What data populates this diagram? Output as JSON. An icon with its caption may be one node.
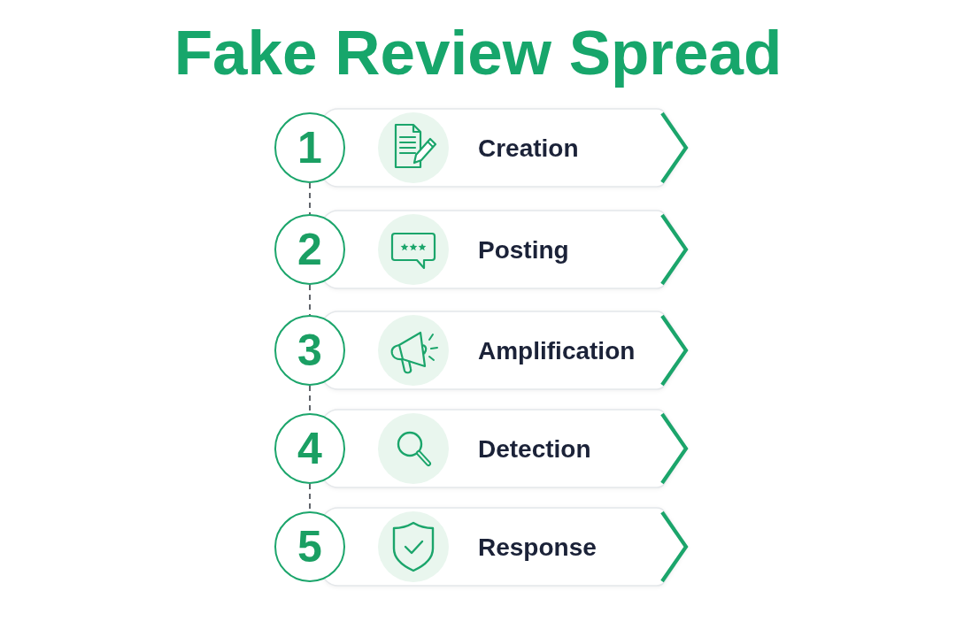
{
  "diagram": {
    "title": "Fake Review Spread",
    "nodes": [
      {
        "text": [
          "1"
        ]
      },
      {
        "text": [
          "Creation"
        ]
      },
      {
        "text": [
          "2"
        ]
      },
      {
        "text": [
          "Posting"
        ]
      },
      {
        "text": [
          "3"
        ]
      },
      {
        "text": [
          "Amplification"
        ]
      },
      {
        "text": [
          "4"
        ]
      },
      {
        "text": [
          "Detection"
        ]
      },
      {
        "text": [
          "5"
        ]
      },
      {
        "text": [
          "Response"
        ]
      }
    ],
    "edges": [
      {
        "from": 0,
        "to": 2,
        "arrow": "none",
        "style": "dashed"
      },
      {
        "from": 2,
        "to": 4,
        "arrow": "none",
        "style": "dashed"
      },
      {
        "from": 4,
        "to": 6,
        "arrow": "none",
        "style": "dashed"
      },
      {
        "from": 6,
        "to": 8,
        "arrow": "none",
        "style": "dashed"
      }
    ]
  }
}
